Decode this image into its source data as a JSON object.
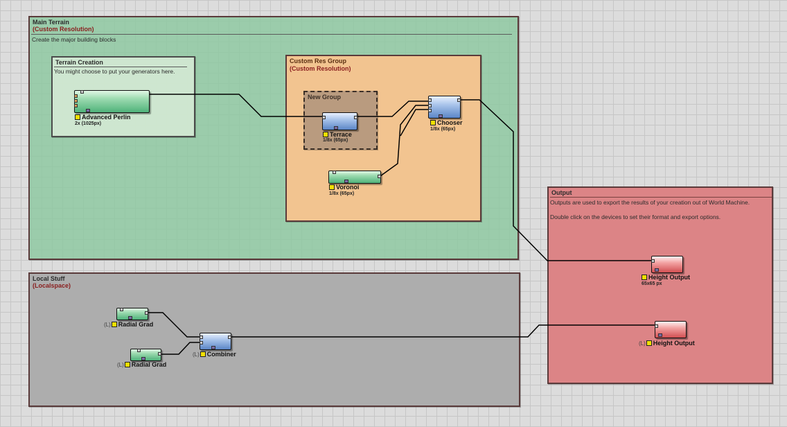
{
  "groups": {
    "main_terrain": {
      "title": "Main Terrain",
      "subtitle": "(Custom Resolution)",
      "desc": "Create the major building blocks"
    },
    "terrain_creation": {
      "title": "Terrain Creation",
      "desc": "You might choose to put your generators here."
    },
    "custom_res": {
      "title": "Custom Res Group",
      "subtitle": "(Custom Resolution)"
    },
    "new_group": {
      "title": "New Group"
    },
    "local_stuff": {
      "title": "Local Stuff",
      "subtitle": "(Localspace)"
    },
    "output": {
      "title": "Output",
      "desc1": "Outputs are used to export the results of your creation out of World Machine.",
      "desc2": "Double click on the devices to set their format and export options."
    }
  },
  "nodes": {
    "advanced_perlin": {
      "label": "Advanced Perlin",
      "res": "2x (1025px)"
    },
    "terrace": {
      "label": "Terrace",
      "res": "1/8x (65px)"
    },
    "chooser": {
      "label": "Chooser",
      "res": "1/8x (65px)"
    },
    "voronoi": {
      "label": "Voronoi",
      "res": "1/8x (65px)"
    },
    "height_output_1": {
      "label": "Height Output",
      "res": "65x65 px"
    },
    "height_output_2": {
      "label": "Height Output",
      "prefix": "(L)"
    },
    "radial_grad_1": {
      "label": "Radial Grad",
      "prefix": "(L)"
    },
    "radial_grad_2": {
      "label": "Radial Grad",
      "prefix": "(L)"
    },
    "combiner": {
      "label": "Combiner",
      "prefix": "(L)"
    }
  },
  "colors": {
    "generator": "#4fb27a",
    "filter": "#5b86c7",
    "output": "#d24f52",
    "main_group": "#8cc8a0",
    "custom_res_group": "#f2c490",
    "local_group": "#adadad",
    "output_group": "#dc8486"
  }
}
